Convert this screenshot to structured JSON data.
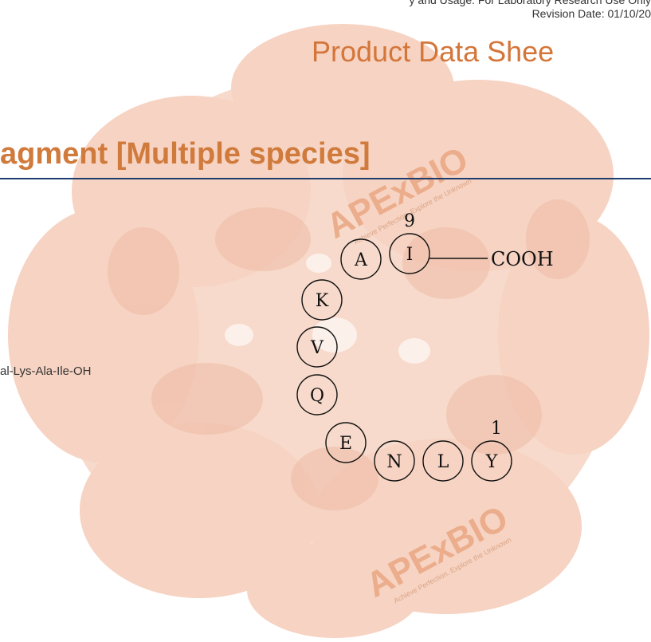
{
  "header": {
    "top_fragment": "y and Usage: For Laboratory Research Use Only",
    "revision": "Revision Date: 01/10/20",
    "doc_type": "Product Data Shee"
  },
  "title": "agment [Multiple species]",
  "sequence_text": "al-Lys-Ala-Ile-OH",
  "watermark": {
    "brand": "APExBIO",
    "tagline": "Achieve Perfection. Explore the Unknown",
    "colors": {
      "blob": "#f6d3c2",
      "blob_dark": "#eebba6",
      "brand": "#e9a47e"
    }
  },
  "peptide": {
    "residues": [
      "Y",
      "L",
      "N",
      "E",
      "Q",
      "V",
      "K",
      "A",
      "I"
    ],
    "start_number": "1",
    "end_number": "9",
    "terminal_group": "COOH"
  },
  "colors": {
    "title": "#d07a3c",
    "rule": "#1f3c6e"
  }
}
